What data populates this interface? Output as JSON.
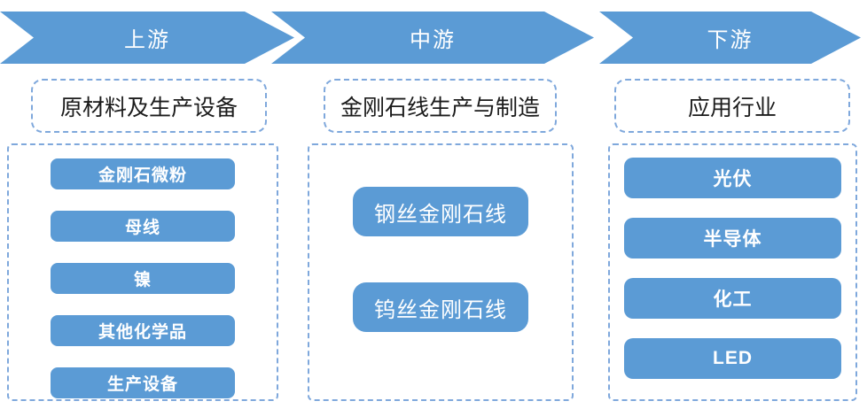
{
  "colors": {
    "primary_blue": "#5B9BD5",
    "dash_border": "#7FA8DC",
    "arrow_text": "#ffffff",
    "title_text": "#1b1b1b",
    "background": "#ffffff"
  },
  "columns": [
    {
      "id": "upstream",
      "arrow_label": "上游",
      "title": "原材料及生产设备",
      "items": [
        "金刚石微粉",
        "母线",
        "镍",
        "其他化学品",
        "生产设备"
      ]
    },
    {
      "id": "midstream",
      "arrow_label": "中游",
      "title": "金刚石线生产与制造",
      "items": [
        "钢丝金刚石线",
        "钨丝金刚石线"
      ]
    },
    {
      "id": "downstream",
      "arrow_label": "下游",
      "title": "应用行业",
      "items": [
        "光伏",
        "半导体",
        "化工",
        "LED"
      ]
    }
  ]
}
